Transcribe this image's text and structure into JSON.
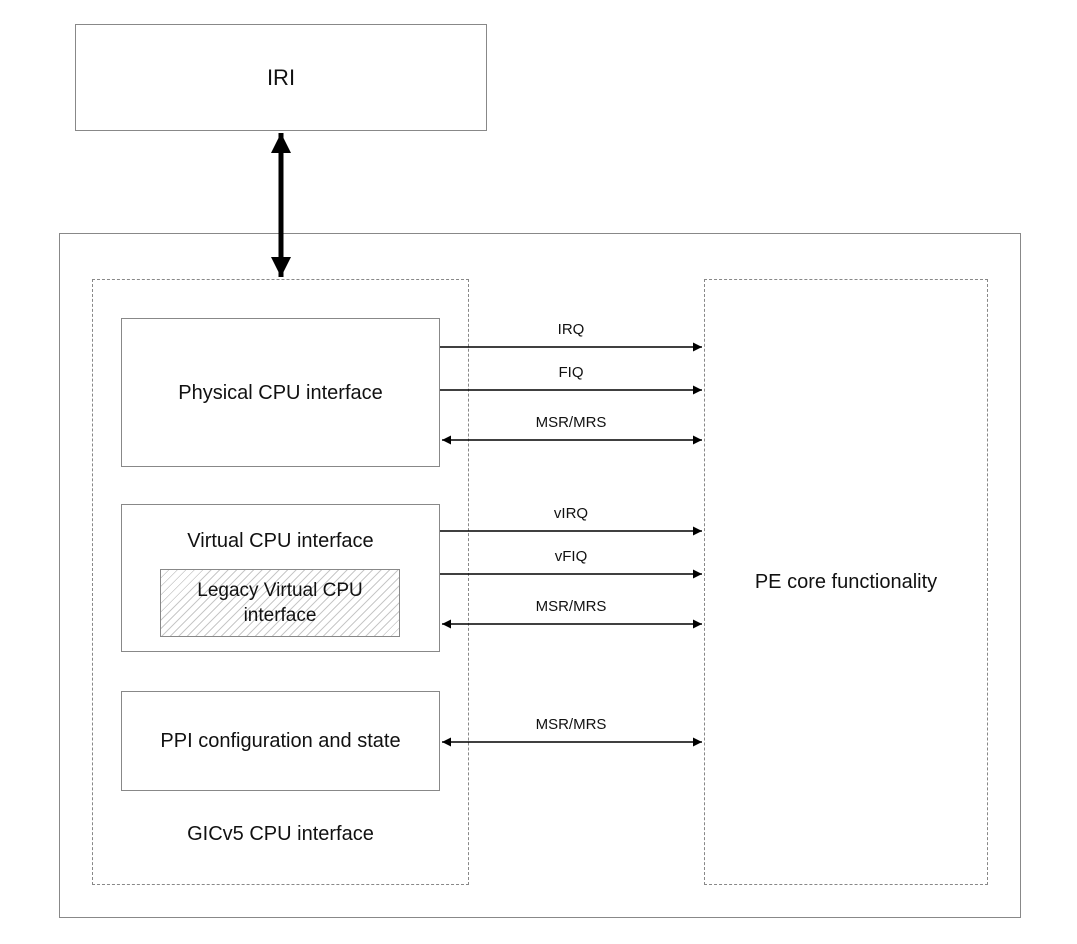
{
  "iri_box": {
    "label": "IRI"
  },
  "gic_cpu_interface": {
    "label": "GICv5 CPU interface"
  },
  "physical_cpu_interface": {
    "label": "Physical CPU interface"
  },
  "virtual_cpu_interface": {
    "label": "Virtual CPU interface"
  },
  "legacy_virtual_cpu_interface": {
    "label": "Legacy Virtual CPU interface"
  },
  "ppi_config": {
    "label": "PPI configuration and state"
  },
  "pe_core": {
    "label": "PE core functionality"
  },
  "signals": [
    {
      "label": "IRQ",
      "direction": "one-way"
    },
    {
      "label": "FIQ",
      "direction": "one-way"
    },
    {
      "label": "MSR/MRS",
      "direction": "two-way"
    },
    {
      "label": "vIRQ",
      "direction": "one-way"
    },
    {
      "label": "vFIQ",
      "direction": "one-way"
    },
    {
      "label": "MSR/MRS",
      "direction": "two-way"
    },
    {
      "label": "MSR/MRS",
      "direction": "two-way"
    }
  ]
}
